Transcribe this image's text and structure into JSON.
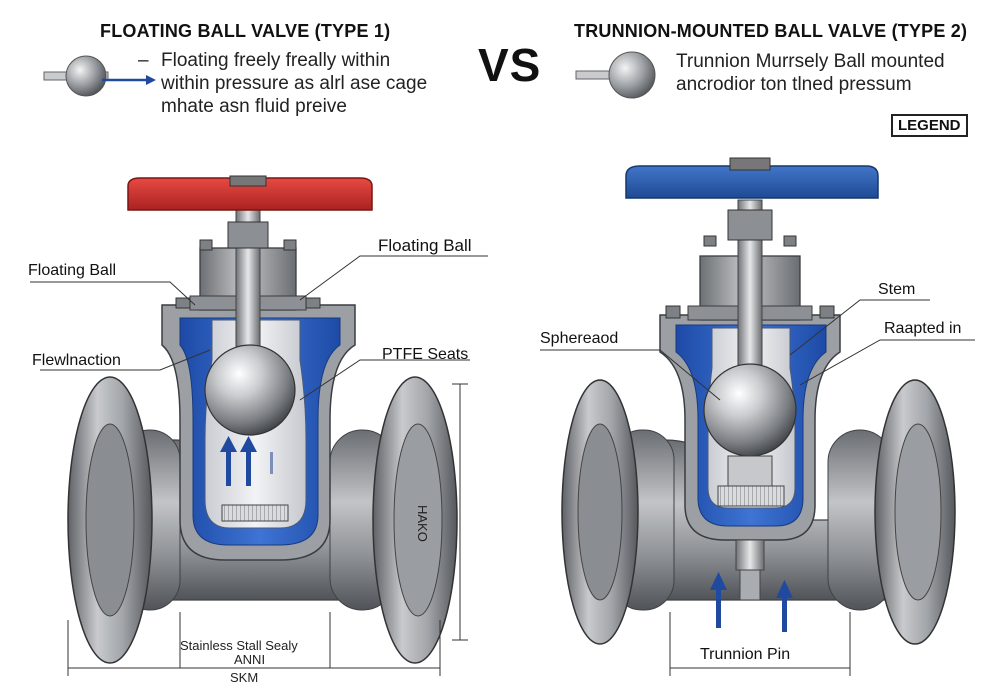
{
  "header": {
    "left_title": "FLOATING BALL VALVE (TYPE 1)",
    "right_title": "TRUNNION-MOUNTED BALL VALVE (TYPE 2)",
    "vs": "VS",
    "legend": "LEGEND"
  },
  "left_key": {
    "dash": "–",
    "lines": [
      "Floating freely freally within",
      "within pressure as alrl ase cage",
      "mhate asn fluid preive"
    ]
  },
  "right_key": {
    "lines": [
      "Trunnion Murrsely Ball mounted",
      "ancrodior ton tlned pressum"
    ]
  },
  "left_labels": {
    "floating_ball_top": "Floating Ball",
    "floating_ball_side": "Floating Ball",
    "flow_direction": "Flewlnaction",
    "ptfe_seats": "PTFE Seats",
    "stainless_seat": "Stainless Stall Sealy",
    "dim_unit": "ANNI",
    "dim_bottom": "SKM",
    "dim_vertical": "HAKO"
  },
  "right_labels": {
    "stem": "Stem",
    "sphere": "Sphereaod",
    "rated": "Raapted in",
    "trunnion_pin": "Trunnion Pin"
  },
  "colors": {
    "left_handwheel": "#d8302c",
    "right_handwheel": "#2c5aa8",
    "body_gray": "#8f9296",
    "lining_blue": "#2d5fbf",
    "arrow_blue": "#1f4aa0"
  }
}
